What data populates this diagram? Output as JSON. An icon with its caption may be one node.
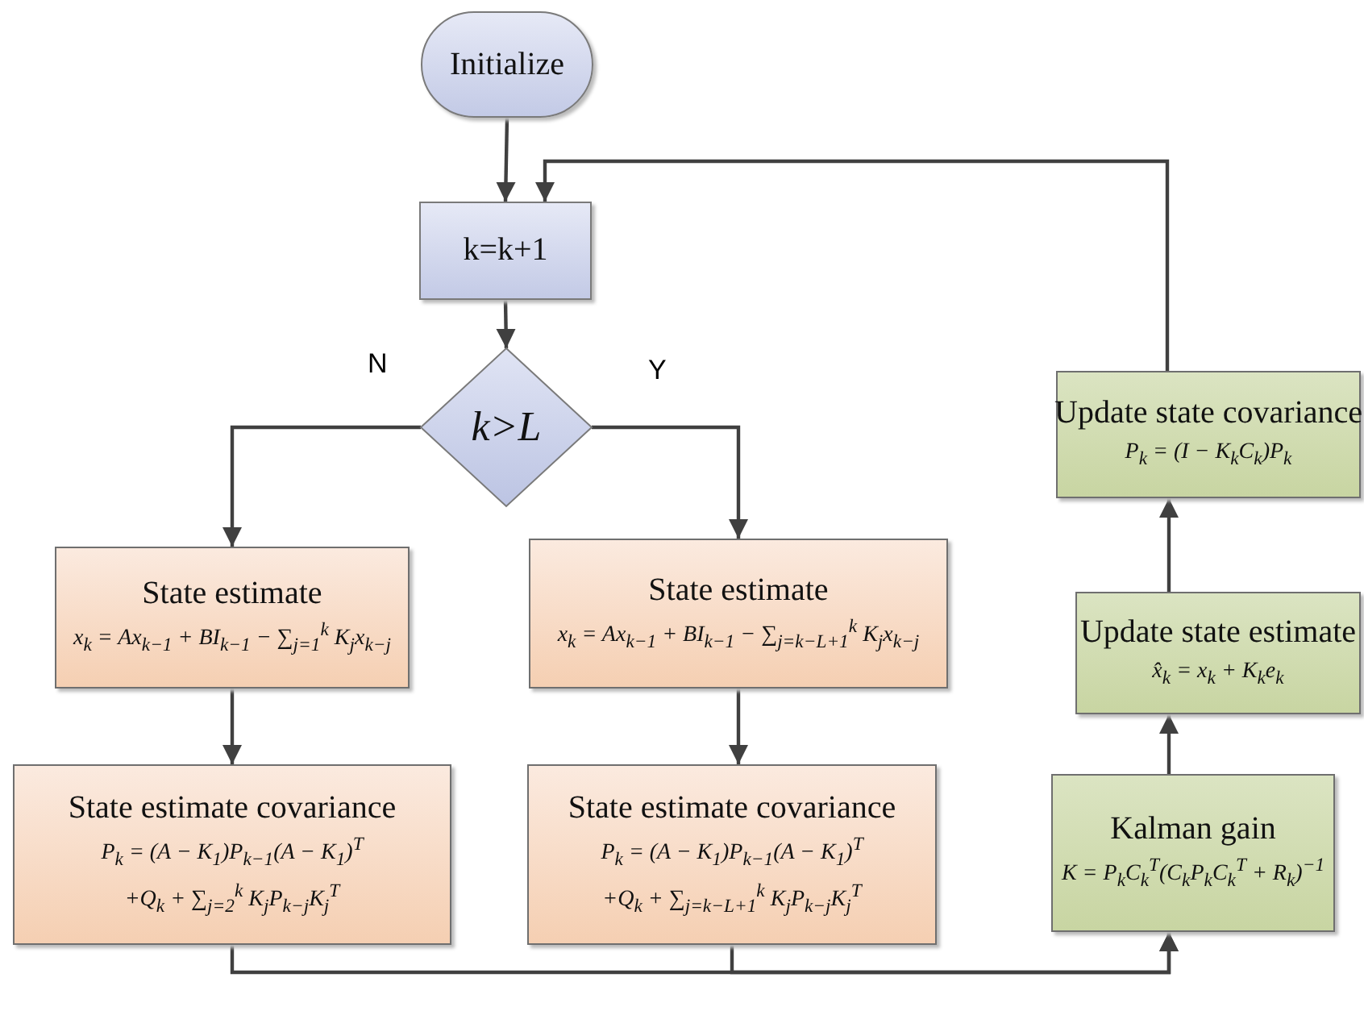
{
  "diagram": {
    "nodes": [
      {
        "text": [
          "Initialize"
        ]
      },
      {
        "text": [
          "k=k+1"
        ]
      },
      {
        "text": [
          "k>L"
        ]
      },
      {
        "text": [
          "State estimate",
          "x$_{k}$ = Ax$_{k−1}$ + BI$_{k−1}$ − ∑$_{j=1}$$^{k}$ K$_{j}$x$_{k−j}$"
        ]
      },
      {
        "text": [
          "State estimate",
          "x$_{k}$ = Ax$_{k−1}$ + BI$_{k−1}$ − ∑$_{j=k−L+1}$$^{k}$ K$_{j}$x$_{k−j}$"
        ]
      },
      {
        "text": [
          "State estimate covariance",
          "P$_{k}$ = (A − K$_{1}$)P$_{k−1}$(A − K$_{1}$)$^{T}$",
          "+Q$_{k}$ + ∑$_{j=2}$$^{k}$ K$_{j}$P$_{k−j}$K$_{j}$$^{T}$"
        ]
      },
      {
        "text": [
          "State estimate covariance",
          "P$_{k}$ = (A − K$_{1}$)P$_{k−1}$(A − K$_{1}$)$^{T}$",
          "+Q$_{k}$ + ∑$_{j=k−L+1}$$^{k}$ K$_{j}$P$_{k−j}$K$_{j}$$^{T}$"
        ]
      },
      {
        "text": [
          "Kalman gain",
          "K = P$_{k}$C$_{k}$$^{T}$(C$_{k}$P$_{k}$C$_{k}$$^{T}$ + R$_{k}$)$^{−1}$"
        ]
      },
      {
        "text": [
          "Update state estimate",
          "x̂$_{k}$ = x$_{k}$ + K$_{k}$e$_{k}$"
        ]
      },
      {
        "text": [
          "Update state covariance",
          "P$_{k}$ = (I − K$_{k}$C$_{k}$)P$_{k}$"
        ]
      }
    ],
    "edges": [
      {
        "from": 0,
        "to": 1,
        "arrow": "to"
      },
      {
        "from": 1,
        "to": 2,
        "arrow": "to"
      },
      {
        "from": 2,
        "to": 3,
        "arrow": "to",
        "label": "N"
      },
      {
        "from": 2,
        "to": 4,
        "arrow": "to",
        "label": "Y"
      },
      {
        "from": 3,
        "to": 5,
        "arrow": "to"
      },
      {
        "from": 4,
        "to": 6,
        "arrow": "to"
      },
      {
        "from": 5,
        "to": 7,
        "arrow": "to"
      },
      {
        "from": 6,
        "to": 7,
        "arrow": "to"
      },
      {
        "from": 7,
        "to": 8,
        "arrow": "to"
      },
      {
        "from": 8,
        "to": 9,
        "arrow": "to"
      },
      {
        "from": 9,
        "to": 1,
        "arrow": "to"
      }
    ]
  }
}
